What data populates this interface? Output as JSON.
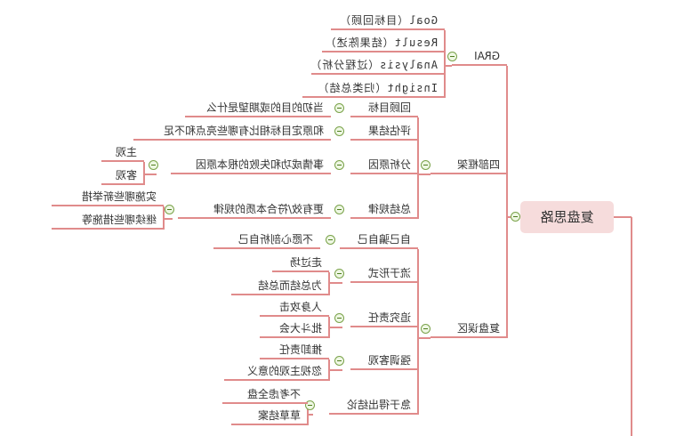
{
  "root": "复盘思路",
  "branches": [
    {
      "label": "GRAI",
      "children": [
        {
          "label": "Goal（目标回顾）"
        },
        {
          "label": "Result（结果陈述）"
        },
        {
          "label": "Analysis（过程分析）"
        },
        {
          "label": "Insight（归类总结）"
        }
      ]
    },
    {
      "label": "四部框架",
      "children": [
        {
          "label": "回顾目标",
          "children": [
            {
              "label": "当初的目的或期望是什么"
            }
          ]
        },
        {
          "label": "评估结果",
          "children": [
            {
              "label": "和原定目标相比有哪些亮点和不足"
            }
          ]
        },
        {
          "label": "分析原因",
          "children": [
            {
              "label": "事情成功和失败的根本原因",
              "children": [
                {
                  "label": "主观"
                },
                {
                  "label": "客观"
                }
              ]
            }
          ]
        },
        {
          "label": "总结规律",
          "children": [
            {
              "label": "更有效/符合本质的规律",
              "children": [
                {
                  "label": "实施哪些新举措"
                },
                {
                  "label": "继续哪些措施等"
                }
              ]
            }
          ]
        }
      ]
    },
    {
      "label": "复盘误区",
      "children": [
        {
          "label": "自己骗自己",
          "children": [
            {
              "label": "不愿心剖析自己"
            }
          ]
        },
        {
          "label": "流于形式",
          "children": [
            {
              "label": "走过场"
            },
            {
              "label": "为总结而总结"
            }
          ]
        },
        {
          "label": "追究责任",
          "children": [
            {
              "label": "人身攻击"
            },
            {
              "label": "批斗大会"
            }
          ]
        },
        {
          "label": "强调客观",
          "children": [
            {
              "label": "推卸责任"
            },
            {
              "label": "忽视主观的意义"
            }
          ]
        },
        {
          "label": "急于得出结论",
          "children": [
            {
              "label": "不考虑全盘"
            },
            {
              "label": "草草结案"
            }
          ]
        }
      ]
    }
  ],
  "colors": {
    "line": "#e08b8b",
    "root_fill": "#f6dcdc",
    "collapse": "#7aa34a"
  }
}
